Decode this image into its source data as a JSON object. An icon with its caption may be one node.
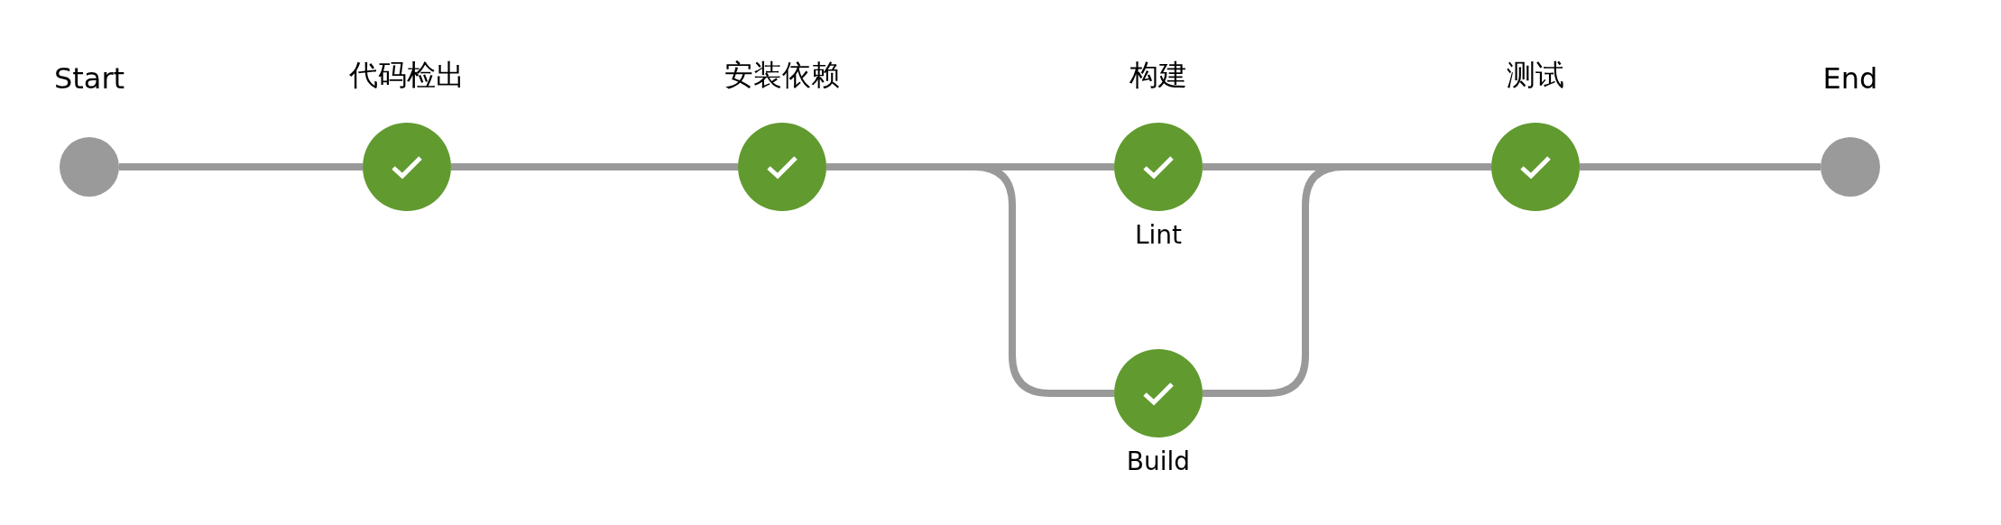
{
  "diagram": {
    "nodes": [
      {
        "text": [
          "Start"
        ]
      },
      {
        "text": [
          "代码检出"
        ]
      },
      {
        "text": [
          "安装依赖"
        ]
      },
      {
        "text": [
          "构建",
          "Lint"
        ]
      },
      {
        "text": [
          "Build"
        ]
      },
      {
        "text": [
          "测试"
        ]
      },
      {
        "text": [
          "End"
        ]
      }
    ],
    "edges": [
      {
        "from": 0,
        "to": 1,
        "arrow": "none"
      },
      {
        "from": 1,
        "to": 2,
        "arrow": "none"
      },
      {
        "from": 2,
        "to": 3,
        "arrow": "none"
      },
      {
        "from": 2,
        "to": 4,
        "arrow": "none"
      },
      {
        "from": 3,
        "to": 5,
        "arrow": "none"
      },
      {
        "from": 4,
        "to": 5,
        "arrow": "none"
      },
      {
        "from": 5,
        "to": 6,
        "arrow": "none"
      }
    ]
  }
}
